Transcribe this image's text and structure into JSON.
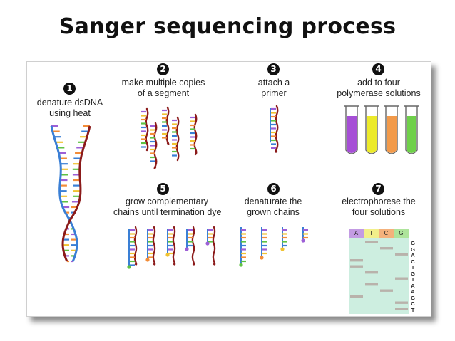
{
  "title": "Sanger sequencing process",
  "steps": [
    {
      "num": "1",
      "line1": "denature dsDNA",
      "line2": "using heat"
    },
    {
      "num": "2",
      "line1": "make multiple copies",
      "line2": "of a segment"
    },
    {
      "num": "3",
      "line1": "attach a",
      "line2": "primer"
    },
    {
      "num": "4",
      "line1": "add to four",
      "line2": "polymerase solutions"
    },
    {
      "num": "5",
      "line1": "grow complementary",
      "line2": "chains until termination dye"
    },
    {
      "num": "6",
      "line1": "denaturate the",
      "line2": "grown chains"
    },
    {
      "num": "7",
      "line1": "electrophorese the",
      "line2": "four solutions"
    }
  ],
  "gel": {
    "lanes": [
      {
        "label": "A",
        "color": "#c39be3"
      },
      {
        "label": "T",
        "color": "#f2ef8a"
      },
      {
        "label": "C",
        "color": "#f4b27c"
      },
      {
        "label": "G",
        "color": "#aee49b"
      }
    ],
    "sequence": [
      "G",
      "G",
      "A",
      "C",
      "T",
      "G",
      "T",
      "A",
      "A",
      "G",
      "C",
      "T"
    ]
  },
  "colors": {
    "strand_dark": "#8b1a1a",
    "strand_blue": "#3a7fd5",
    "gel_bg": "#cdeee0",
    "band": "#b9b2ab",
    "tube_purple": "#a64fd6",
    "tube_yellow": "#ecea2a",
    "tube_orange": "#f29a4a",
    "tube_green": "#6fd04a"
  }
}
